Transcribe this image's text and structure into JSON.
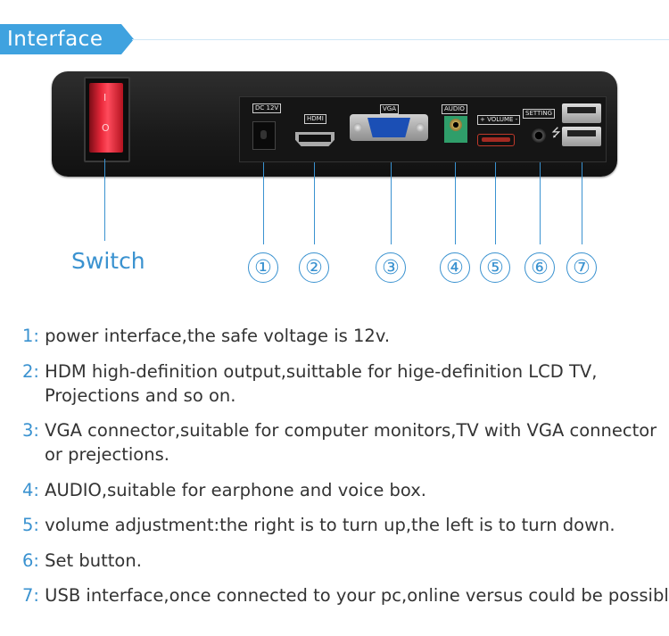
{
  "header": {
    "title": "Interface",
    "color": "#3fa2df"
  },
  "device": {
    "switch": {
      "top_mark": "I",
      "bottom_mark": "O"
    },
    "port_labels": {
      "dc": "DC 12V",
      "hdmi": "HDMI",
      "vga": "VGA",
      "audio": "AUDIO",
      "volume": "+ VOLUME -",
      "setting": "SETTING"
    }
  },
  "callouts": {
    "switch_label": "Switch",
    "numbers": [
      "①",
      "②",
      "③",
      "④",
      "⑤",
      "⑥",
      "⑦"
    ]
  },
  "descriptions": [
    {
      "num": "1:",
      "text": " power interface,the safe voltage is 12v.",
      "cont": ""
    },
    {
      "num": "2:",
      "text": " HDM high-definition output,suittable for hige-definition LCD TV,",
      "cont": "Projections and so on."
    },
    {
      "num": "3:",
      "text": " VGA connector,suitable for computer monitors,TV with VGA connector",
      "cont": "or prejections."
    },
    {
      "num": "4:",
      "text": " AUDIO,suitable for earphone and voice box.",
      "cont": ""
    },
    {
      "num": "5:",
      "text": " volume adjustment:the right is to turn up,the left is to turn down.",
      "cont": ""
    },
    {
      "num": "6:",
      "text": " Set button.",
      "cont": ""
    },
    {
      "num": "7:",
      "text": " USB interface,once connected to your pc,online versus could be possible.",
      "cont": ""
    }
  ],
  "colors": {
    "accent": "#3a92d0",
    "switch": "#e8283a",
    "vga": "#1b4fb5",
    "audio": "#2f9e6a"
  }
}
